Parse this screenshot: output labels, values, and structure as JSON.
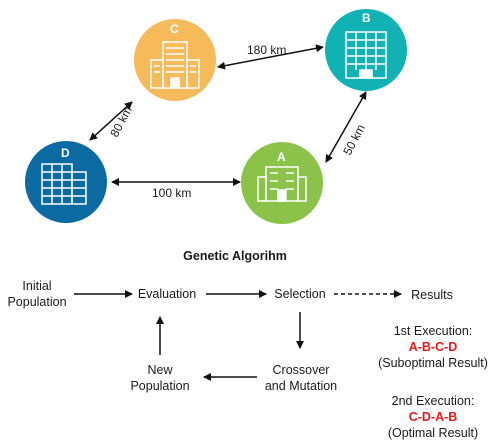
{
  "graph": {
    "nodes": [
      {
        "id": "A",
        "label": "A",
        "color": "#8bc34a"
      },
      {
        "id": "B",
        "label": "B",
        "color": "#11b1b4"
      },
      {
        "id": "C",
        "label": "C",
        "color": "#f7ba5b"
      },
      {
        "id": "D",
        "label": "D",
        "color": "#0a6aa1"
      }
    ],
    "edges": [
      {
        "from": "C",
        "to": "B",
        "label": "180 km"
      },
      {
        "from": "C",
        "to": "D",
        "label": "80 km"
      },
      {
        "from": "D",
        "to": "A",
        "label": "100 km"
      },
      {
        "from": "A",
        "to": "B",
        "label": "50 km"
      }
    ]
  },
  "flow": {
    "title": "Genetic Algorihm",
    "initial_population_line1": "Initial",
    "initial_population_line2": "Population",
    "evaluation": "Evaluation",
    "selection": "Selection",
    "results": "Results",
    "crossover_line1": "Crossover",
    "crossover_line2": "and Mutation",
    "new_population_line1": "New",
    "new_population_line2": "Population"
  },
  "results": {
    "first": {
      "heading": "1st Execution:",
      "route": "A-B-C-D",
      "note": "(Suboptimal Result)"
    },
    "second": {
      "heading": "2nd Execution:",
      "route": "C-D-A-B",
      "note": "(Optimal Result)"
    }
  },
  "colors": {
    "route": "#e31b1b",
    "building": "#ffffff"
  }
}
